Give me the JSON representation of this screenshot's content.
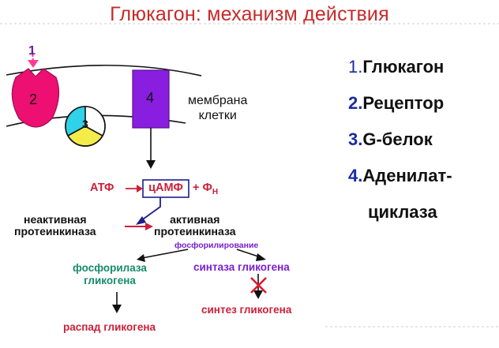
{
  "title": "Глюкагон: механизм действия",
  "diagram": {
    "marker_1": "1",
    "marker_2": "2",
    "marker_3": "3",
    "marker_4": "4",
    "membrane_line1": "мембрана",
    "membrane_line2": "клетки",
    "atf": "АТФ",
    "camp": "цАМФ",
    "fn": "+ Ф",
    "fn_sub": "Н",
    "inactive_line1": "неактивная",
    "inactive_line2": "протеинкиназа",
    "active_line1": "активная",
    "active_line2": "протеинкиназа",
    "phosphorylation": "фосфорилирование",
    "phosphorylase_line1": "фосфорилаза",
    "phosphorylase_line2": "гликогена",
    "synthase": "синтаза гликогена",
    "breakdown": "распад гликогена",
    "synthesis": "синтез гликогена"
  },
  "legend": [
    {
      "num": "1.",
      "text": "Глюкагон"
    },
    {
      "num": "2.",
      "text": "Рецептор"
    },
    {
      "num": "3.",
      "text": "G-белок"
    },
    {
      "num": "4.",
      "text": "Аденилат-"
    },
    {
      "num": "",
      "text": "циклаза"
    }
  ],
  "colors": {
    "title": "#c62a2a",
    "receptor": "#ee0f72",
    "adenylate_cyclase": "#8a1ee0",
    "g_protein_cyan": "#2fd2e6",
    "g_protein_yellow": "#f4ec4a",
    "red_text": "#cc1f38",
    "green_text": "#178a6a",
    "purple_text": "#7a1ecf",
    "navy": "#1d1d8c"
  }
}
